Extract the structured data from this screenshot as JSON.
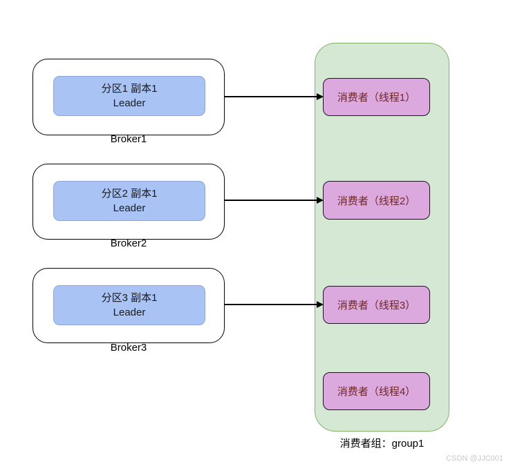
{
  "diagram": {
    "brokers": [
      {
        "partition_label": "分区1 副本1",
        "role_label": "Leader",
        "name": "Broker1"
      },
      {
        "partition_label": "分区2 副本1",
        "role_label": "Leader",
        "name": "Broker2"
      },
      {
        "partition_label": "分区3 副本1",
        "role_label": "Leader",
        "name": "Broker3"
      }
    ],
    "consumer_group": {
      "consumers": [
        {
          "label": "消费者（线程1）"
        },
        {
          "label": "消费者（线程2）"
        },
        {
          "label": "消费者（线程3）"
        },
        {
          "label": "消费者（线程4）"
        }
      ],
      "caption": "消费者组：group1"
    },
    "watermark": "CSDN @JJC001",
    "colors": {
      "broker_fill": "#ffffff",
      "broker_border": "#000000",
      "partition_fill": "#a9c3f5",
      "partition_border": "#8da6d8",
      "group_fill": "#d5e8d4",
      "group_border": "#82b366",
      "consumer_fill": "#dba9de",
      "consumer_border": "#1c1320",
      "consumer_text": "#6f2628",
      "arrow": "#000000",
      "watermark_text": "#c9c9c9"
    }
  }
}
